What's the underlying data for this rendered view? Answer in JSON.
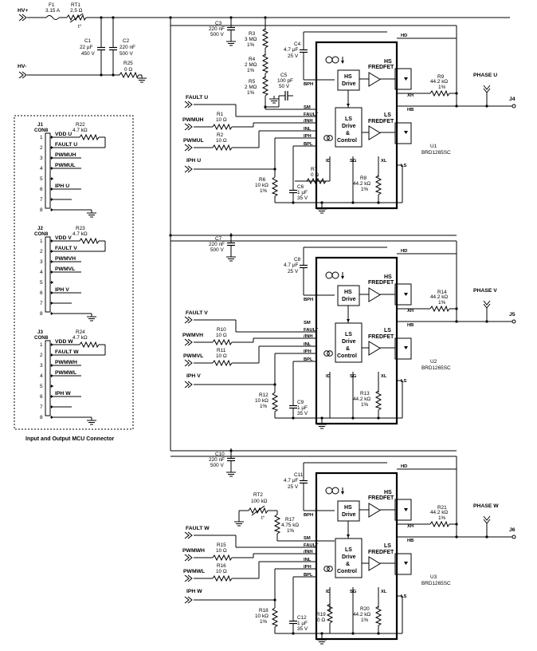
{
  "nets": {
    "hv_plus": "HV+",
    "hv_minus": "HV-",
    "fault_u": "FAULT U",
    "pwmuh": "PWMUH",
    "pwmul": "PWMUL",
    "iph_u": "IPH U",
    "fault_v": "FAULT V",
    "pwmvh": "PWMVH",
    "pwmvl": "PWMVL",
    "iph_v": "IPH V",
    "fault_w": "FAULT W",
    "pwmwh": "PWMWH",
    "pwmwl": "PWMWL",
    "iph_w": "IPH W",
    "phase_u": "PHASE U",
    "phase_v": "PHASE V",
    "phase_w": "PHASE W",
    "j4": "J4",
    "j5": "J5",
    "j6": "J6"
  },
  "input": {
    "f1": {
      "ref": "F1",
      "val": "3.15 A"
    },
    "rt1": {
      "ref": "RT1",
      "val": "2.5 Ω",
      "mark": "t°"
    },
    "c1": {
      "ref": "C1",
      "v1": "22 µF",
      "v2": "450 V"
    },
    "c2": {
      "ref": "C2",
      "v1": "220 nF",
      "v2": "500 V"
    },
    "r25": {
      "ref": "R25",
      "val": "0 Ω"
    }
  },
  "connectors": [
    {
      "ref": "J1",
      "type": "CON8",
      "res_ref": "R22",
      "res_val": "4.7 kΩ",
      "pins": [
        "1",
        "2",
        "3",
        "4",
        "5",
        "6",
        "7",
        "8"
      ],
      "sigs": [
        "VDD U",
        "FAULT U",
        "PWMUH",
        "PWMUL",
        "IPH U"
      ]
    },
    {
      "ref": "J2",
      "type": "CON8",
      "res_ref": "R23",
      "res_val": "4.7 kΩ",
      "pins": [
        "1",
        "2",
        "3",
        "4",
        "5",
        "6",
        "7",
        "8"
      ],
      "sigs": [
        "VDD V",
        "FAULT V",
        "PWMVH",
        "PWMVL",
        "IPH V"
      ]
    },
    {
      "ref": "J3",
      "type": "CON8",
      "res_ref": "R24",
      "res_val": "4.7 kΩ",
      "pins": [
        "1",
        "2",
        "3",
        "4",
        "5",
        "6",
        "7",
        "8"
      ],
      "sigs": [
        "VDD W",
        "FAULT W",
        "PWMWH",
        "PWMWL",
        "IPH W"
      ]
    }
  ],
  "connector_caption": "Input and Output MCU Connector",
  "ic_pins": {
    "hd": "HD",
    "bph": "BPH",
    "xh": "XH",
    "hb": "HB",
    "sm": "SM",
    "fault": "FAULT",
    "inh": "/INH",
    "inl": "INL",
    "iph": "IPH",
    "bpl": "BPL",
    "id": "ID",
    "sg": "SG",
    "xl": "XL",
    "ls": "LS"
  },
  "ic_blocks": {
    "hs_fredfet_1": "HS",
    "hs_fredfet_2": "FREDFET",
    "ls_fredfet_1": "LS",
    "ls_fredfet_2": "FREDFET",
    "hs_drive_1": "HS",
    "hs_drive_2": "Drive",
    "ls_drive_1": "LS",
    "ls_drive_2": "Drive",
    "ls_drive_3": "&",
    "ls_drive_4": "Control"
  },
  "phases": [
    {
      "u_ref": "U1",
      "u_part": "BRD1265SC",
      "cbus": {
        "ref": "C3",
        "v1": "220 nF",
        "v2": "500 V"
      },
      "chi": {
        "ref": "C4",
        "v1": "4.7 µF",
        "v2": "25 V"
      },
      "rxh": {
        "ref": "R9",
        "v1": "44.2 kΩ",
        "v2": "1%"
      },
      "rin_h": {
        "ref": "R1",
        "val": "10 Ω"
      },
      "rin_l": {
        "ref": "R2",
        "val": "10 Ω"
      },
      "rid": {
        "ref": "R6",
        "v1": "10 kΩ",
        "v2": "1%"
      },
      "clo": {
        "ref": "C6",
        "v1": "1 µF",
        "v2": "35 V"
      },
      "rxl": {
        "ref": "R8",
        "v1": "44.2 kΩ",
        "v2": "1%"
      },
      "r3": {
        "ref": "R3",
        "v1": "3 MΩ",
        "v2": "1%"
      },
      "r4": {
        "ref": "R4",
        "v1": "2 MΩ",
        "v2": "1%"
      },
      "r5": {
        "ref": "R5",
        "v1": "2 MΩ",
        "v2": "1%"
      },
      "c5": {
        "ref": "C5",
        "v1": "100 pF",
        "v2": "50 V"
      },
      "r7": {
        "ref": "R7",
        "val": "0 Ω"
      },
      "r25": {
        "ref": "R25",
        "val": "0 Ω"
      }
    },
    {
      "u_ref": "U2",
      "u_part": "BRD1265SC",
      "cbus": {
        "ref": "C7",
        "v1": "220 nF",
        "v2": "500 V"
      },
      "chi": {
        "ref": "C8",
        "v1": "4.7 µF",
        "v2": "25 V"
      },
      "rxh": {
        "ref": "R14",
        "v1": "44.2 kΩ",
        "v2": "1%"
      },
      "rin_h": {
        "ref": "R10",
        "val": "10 Ω"
      },
      "rin_l": {
        "ref": "R11",
        "val": "10 Ω"
      },
      "rid": {
        "ref": "R12",
        "v1": "10 kΩ",
        "v2": "1%"
      },
      "clo": {
        "ref": "C9",
        "v1": "1 µF",
        "v2": "35 V"
      },
      "rxl": {
        "ref": "R13",
        "v1": "44.2 kΩ",
        "v2": "1%"
      }
    },
    {
      "u_ref": "U3",
      "u_part": "BRD1265SC",
      "cbus": {
        "ref": "C10",
        "v1": "220 nF",
        "v2": "500 V"
      },
      "chi": {
        "ref": "C11",
        "v1": "4.7 µF",
        "v2": "25 V"
      },
      "rxh": {
        "ref": "R21",
        "v1": "44.2 kΩ",
        "v2": "1%"
      },
      "rin_h": {
        "ref": "R15",
        "val": "10 Ω"
      },
      "rin_l": {
        "ref": "R16",
        "val": "10 Ω"
      },
      "rid": {
        "ref": "R18",
        "v1": "10 kΩ",
        "v2": "1%"
      },
      "clo": {
        "ref": "C12",
        "v1": "1 µF",
        "v2": "35 V"
      },
      "rxl": {
        "ref": "R20",
        "v1": "44.2 kΩ",
        "v2": "1%"
      },
      "rt2": {
        "ref": "RT2",
        "val": "100 kΩ",
        "mark": "t°"
      },
      "r17": {
        "ref": "R17",
        "v1": "4.75 kΩ",
        "v2": "1%"
      },
      "r19": {
        "ref": "R19",
        "val": "0 Ω"
      }
    }
  ]
}
